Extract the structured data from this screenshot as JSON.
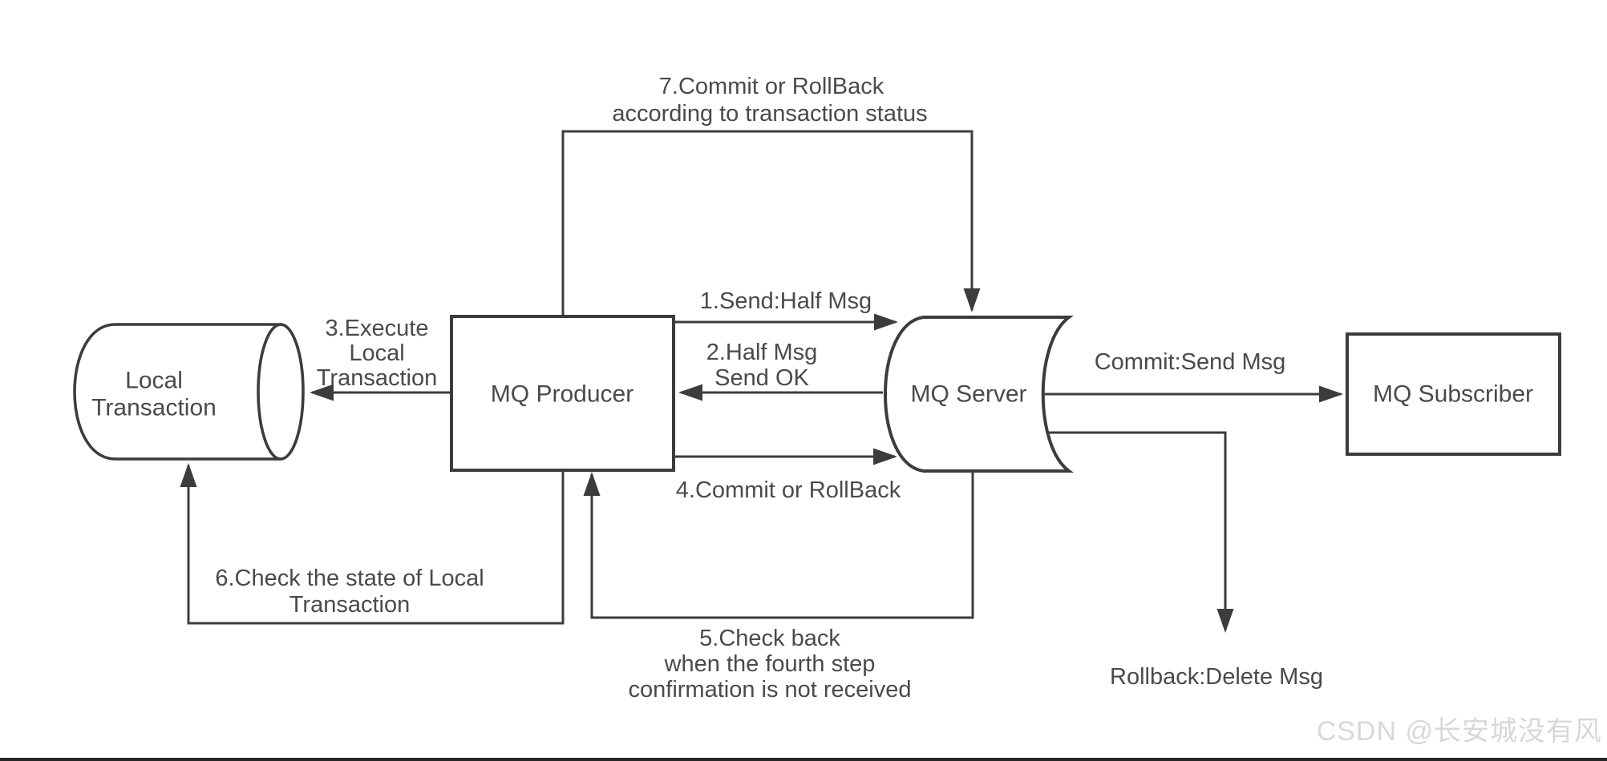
{
  "diagram": {
    "type": "flow-diagram",
    "topic": "MQ transactional message flow",
    "nodes": {
      "local_transaction": {
        "shape": "cylinder",
        "line1": "Local",
        "line2": "Transaction"
      },
      "mq_producer": {
        "shape": "rect",
        "label": "MQ Producer"
      },
      "mq_server": {
        "shape": "stored-data",
        "label": "MQ Server"
      },
      "mq_subscriber": {
        "shape": "rect",
        "label": "MQ Subscriber"
      }
    },
    "edges": {
      "send_half_msg": {
        "from": "mq_producer",
        "to": "mq_server",
        "line1": "1.Send:Half Msg"
      },
      "half_msg_send_ok": {
        "from": "mq_server",
        "to": "mq_producer",
        "line1": "2.Half Msg",
        "line2": "Send OK"
      },
      "execute_local_tx": {
        "from": "mq_producer",
        "to": "local_transaction",
        "line1": "3.Execute",
        "line2": "Local",
        "line3": "Transaction"
      },
      "commit_or_rollback": {
        "from": "mq_producer",
        "to": "mq_server",
        "line1": "4.Commit or RollBack"
      },
      "check_back": {
        "from": "mq_server",
        "to": "mq_producer",
        "line1": "5.Check back",
        "line2": "when the fourth step",
        "line3": "confirmation is not received"
      },
      "check_state": {
        "from": "mq_producer",
        "to": "local_transaction",
        "line1": "6.Check the state of Local",
        "line2": "Transaction"
      },
      "commit_rollback_according": {
        "from": "mq_producer",
        "to": "mq_server",
        "line1": "7.Commit or RollBack",
        "line2": "according to transaction status"
      },
      "commit_send_msg": {
        "from": "mq_server",
        "to": "mq_subscriber",
        "line1": "Commit:Send Msg"
      },
      "rollback_delete_msg": {
        "from": "mq_server",
        "to": "down",
        "line1": "Rollback:Delete Msg"
      }
    },
    "watermark": {
      "text": "CSDN @长安城没有风"
    },
    "colors": {
      "background": "#ffffff",
      "line": "#3c3c3c",
      "text": "#4a4a4a",
      "watermark": "#d8d8d8",
      "bottom_bar": "#262626"
    }
  }
}
